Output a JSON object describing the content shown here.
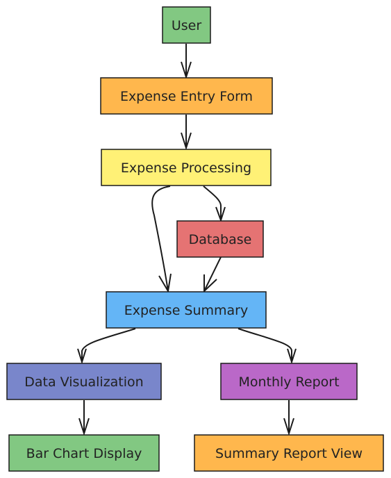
{
  "diagram": {
    "nodes": [
      {
        "id": "user",
        "label": "User",
        "color": "#82c882"
      },
      {
        "id": "entry",
        "label": "Expense Entry Form",
        "color": "#ffb74d"
      },
      {
        "id": "processing",
        "label": "Expense Processing",
        "color": "#fff176"
      },
      {
        "id": "database",
        "label": "Database",
        "color": "#e57373"
      },
      {
        "id": "summary",
        "label": "Expense Summary",
        "color": "#64b5f6"
      },
      {
        "id": "dataviz",
        "label": "Data Visualization",
        "color": "#7986cb"
      },
      {
        "id": "monthly",
        "label": "Monthly Report",
        "color": "#ba68c8"
      },
      {
        "id": "barchart",
        "label": "Bar Chart Display",
        "color": "#82c882"
      },
      {
        "id": "reportview",
        "label": "Summary Report View",
        "color": "#ffb74d"
      }
    ],
    "edges": [
      {
        "from": "user",
        "to": "entry"
      },
      {
        "from": "entry",
        "to": "processing"
      },
      {
        "from": "processing",
        "to": "summary"
      },
      {
        "from": "processing",
        "to": "database"
      },
      {
        "from": "database",
        "to": "summary"
      },
      {
        "from": "summary",
        "to": "dataviz"
      },
      {
        "from": "summary",
        "to": "monthly"
      },
      {
        "from": "dataviz",
        "to": "barchart"
      },
      {
        "from": "monthly",
        "to": "reportview"
      }
    ]
  }
}
